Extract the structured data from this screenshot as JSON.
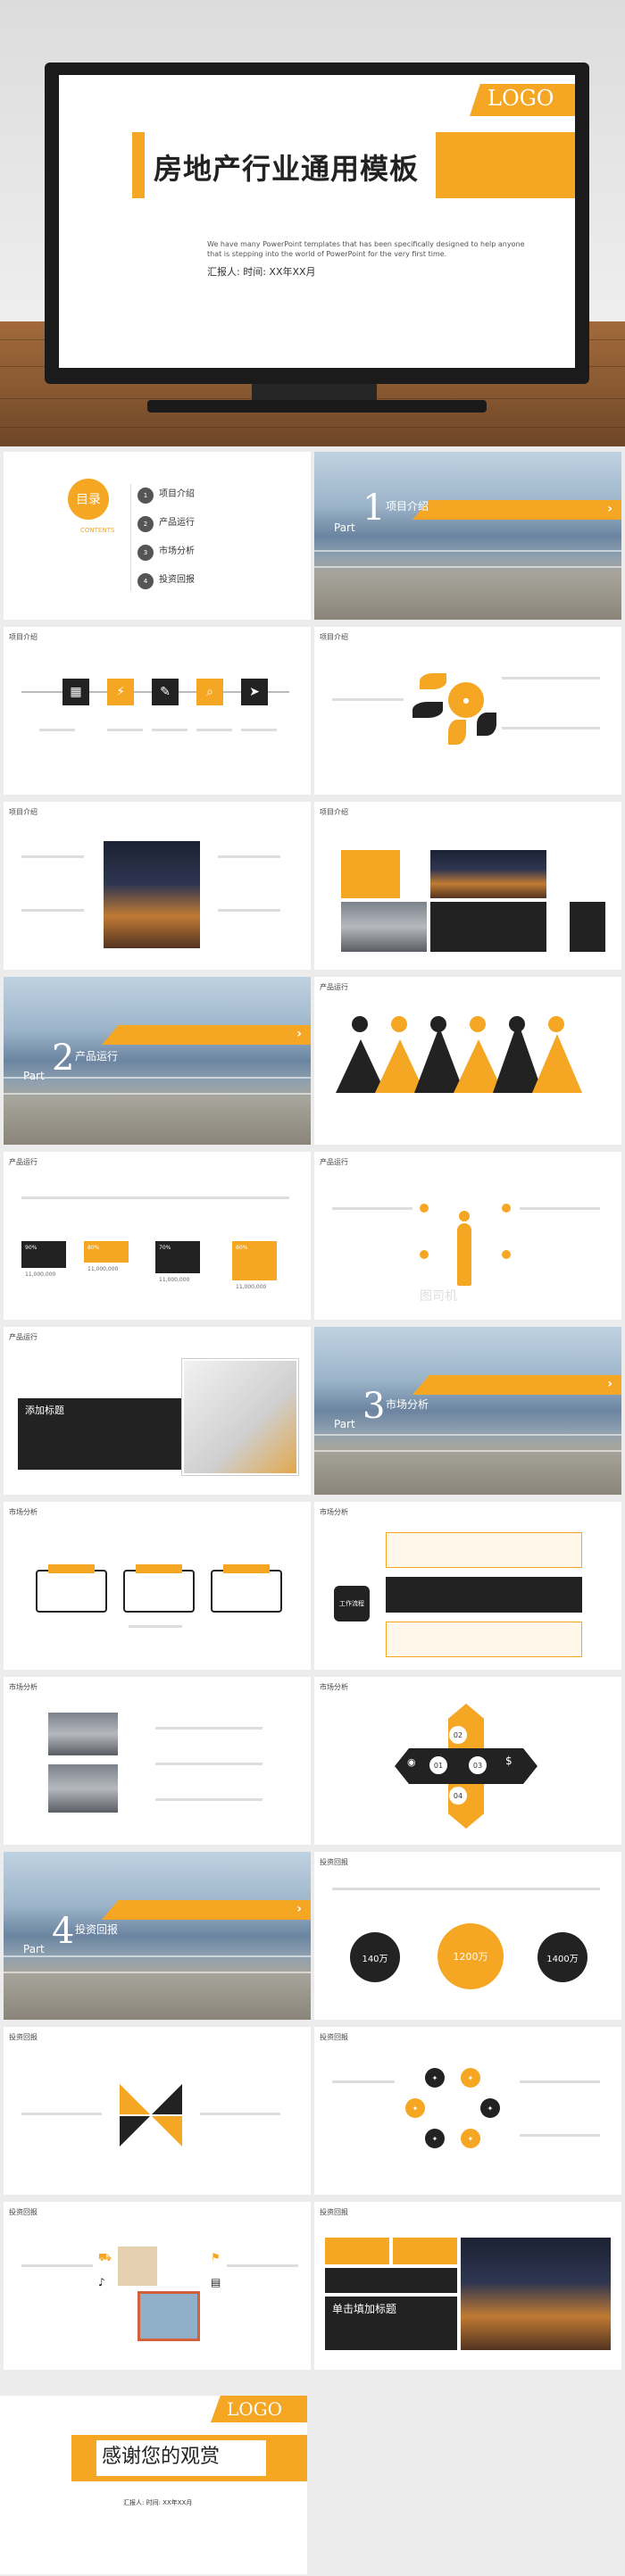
{
  "cover": {
    "logo": "LOGO",
    "title": "房地产行业通用模板",
    "subtitle": "We have many PowerPoint templates that has been specifically designed to help anyone that is stepping into the world of PowerPoint for the very first time.",
    "reporter": "汇报人:   时间:  XX年XX月"
  },
  "toc": {
    "heading": "目录",
    "heading_en": "CONTENTS",
    "items": [
      {
        "num": "1",
        "label": "项目介绍"
      },
      {
        "num": "2",
        "label": "产品运行"
      },
      {
        "num": "3",
        "label": "市场分析"
      },
      {
        "num": "4",
        "label": "投资回报"
      }
    ]
  },
  "parts": [
    {
      "num": "1",
      "label": "Part",
      "title": "项目介绍"
    },
    {
      "num": "2",
      "label": "Part",
      "title": "产品运行"
    },
    {
      "num": "3",
      "label": "Part",
      "title": "市场分析"
    },
    {
      "num": "4",
      "label": "Part",
      "title": "投资回报"
    }
  ],
  "slide_titles": {
    "project": "项目介绍",
    "product": "产品运行",
    "market": "市场分析",
    "invest": "投资回报"
  },
  "labels": {
    "add_title": "添加标题",
    "work_flow": "工作流程",
    "click_title": "单击填加标题"
  },
  "product_bars": {
    "values": [
      "90%",
      "80%",
      "70%",
      "60%"
    ],
    "numbers": [
      "11,000,000",
      "11,000,000",
      "11,000,000",
      "11,000,000"
    ]
  },
  "market_steps": [
    "01",
    "02",
    "03",
    "04"
  ],
  "invest": {
    "left": "140万",
    "center": "1200万",
    "right": "1400万"
  },
  "watermark": "图司机",
  "thanks": {
    "logo": "LOGO",
    "title": "感谢您的观赏",
    "reporter": "汇报人:  时间:  XX年XX月"
  },
  "colors": {
    "accent": "#f5a623",
    "dark": "#222222"
  }
}
